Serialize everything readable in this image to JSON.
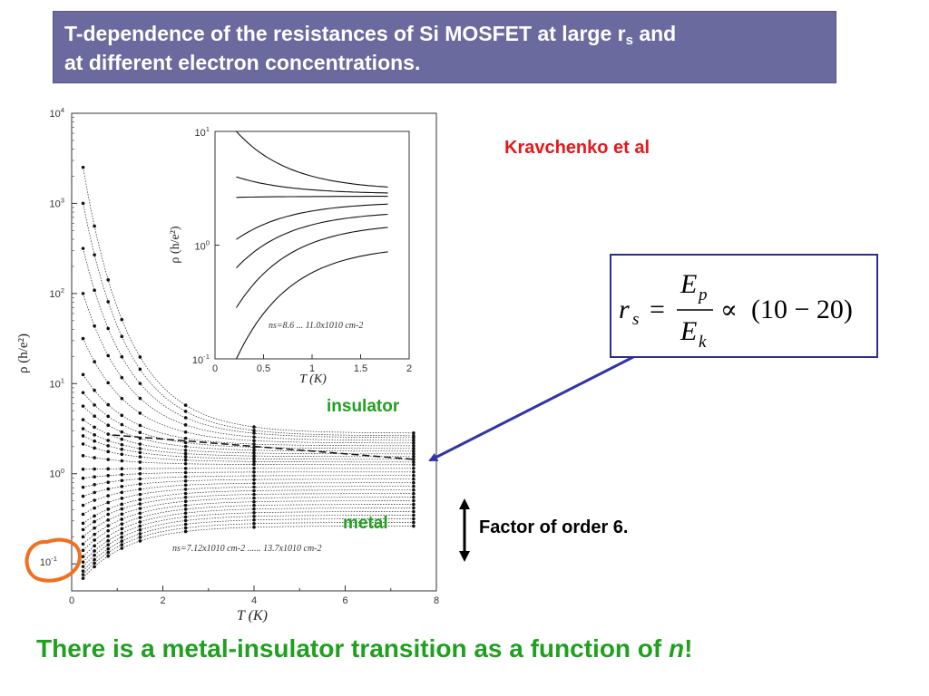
{
  "slide": {
    "title_line1": "T-dependence of the resistances of Si MOSFET at  large r",
    "title_sub": "s",
    "title_line1_end": " and",
    "title_line2": "at different electron concentrations.",
    "author": "Kravchenko et al",
    "label_insulator": "insulator",
    "label_metal": "metal",
    "factor_text": "Factor of order 6.",
    "conclusion_main": "There is a metal-insulator transition as a function of  ",
    "conclusion_var": "n",
    "conclusion_end": "!"
  },
  "formula": {
    "lhs": "r",
    "lhs_sub": "s",
    "eq": "=",
    "num": "E",
    "num_sub": "p",
    "den": "E",
    "den_sub": "k",
    "prop": "∝",
    "range": "(10 − 20)"
  },
  "chart_data": [
    {
      "type": "line",
      "xlabel": "T (K)",
      "ylabel": "ρ (h/e²)",
      "xlim": [
        0,
        8
      ],
      "ylim_log10": [
        -1.3,
        4
      ],
      "x_ticks": [
        "0",
        "2",
        "4",
        "6",
        "8"
      ],
      "y_ticks": [
        "10-1",
        "100",
        "101",
        "102",
        "103",
        "104"
      ],
      "annotation": "ns=7.12x1010 cm-2 ...... 13.7x1010 cm-2",
      "series_count": 30,
      "series_start_log10": [
        3.4,
        3.0,
        2.5,
        2.0,
        1.5,
        1.1,
        0.9,
        0.75,
        0.6,
        0.5,
        0.42,
        0.33,
        0.2,
        0.05,
        -0.05,
        -0.15,
        -0.25,
        -0.35,
        -0.45,
        -0.55,
        -0.62,
        -0.7,
        -0.78,
        -0.85,
        -0.92,
        -0.98,
        -1.03,
        -1.08,
        -1.12,
        -1.16
      ],
      "series_end_log10": [
        0.45,
        0.42,
        0.4,
        0.37,
        0.34,
        0.31,
        0.28,
        0.25,
        0.22,
        0.19,
        0.16,
        0.13,
        0.1,
        0.06,
        0.02,
        -0.02,
        -0.06,
        -0.1,
        -0.14,
        -0.18,
        -0.22,
        -0.26,
        -0.3,
        -0.34,
        -0.38,
        -0.42,
        -0.46,
        -0.5,
        -0.54,
        -0.58
      ],
      "separatrix_log10": [
        0.43,
        0.16
      ],
      "measured_T": [
        0.25,
        0.5,
        0.8,
        1.1,
        1.5,
        2.5,
        4.0,
        7.5
      ],
      "highlight": "10-1"
    },
    {
      "type": "line",
      "xlabel": "T (K)",
      "ylabel": "ρ (h/e²)",
      "xlim": [
        0,
        2
      ],
      "ylim_log10": [
        -1,
        1
      ],
      "x_ticks": [
        "0",
        "0.5",
        "1",
        "1.5",
        "2"
      ],
      "y_ticks": [
        "10-1",
        "100",
        "101"
      ],
      "annotation": "ns=8.6 ... 11.0x1010 cm-2",
      "series": [
        {
          "start_log10": 1.0,
          "end_log10": 0.48
        },
        {
          "start_log10": 0.6,
          "end_log10": 0.45
        },
        {
          "start_log10": 0.42,
          "end_log10": 0.43
        },
        {
          "start_log10": 0.05,
          "end_log10": 0.38
        },
        {
          "start_log10": -0.2,
          "end_log10": 0.3
        },
        {
          "start_log10": -0.55,
          "end_log10": 0.2
        },
        {
          "start_log10": -1.0,
          "end_log10": 0.0
        }
      ]
    }
  ],
  "colors": {
    "title_bg": "#6a6a9e",
    "author": "#e8161a",
    "green": "#1fa01f",
    "arrow_blue": "#3333aa",
    "highlight": "#f07020"
  }
}
